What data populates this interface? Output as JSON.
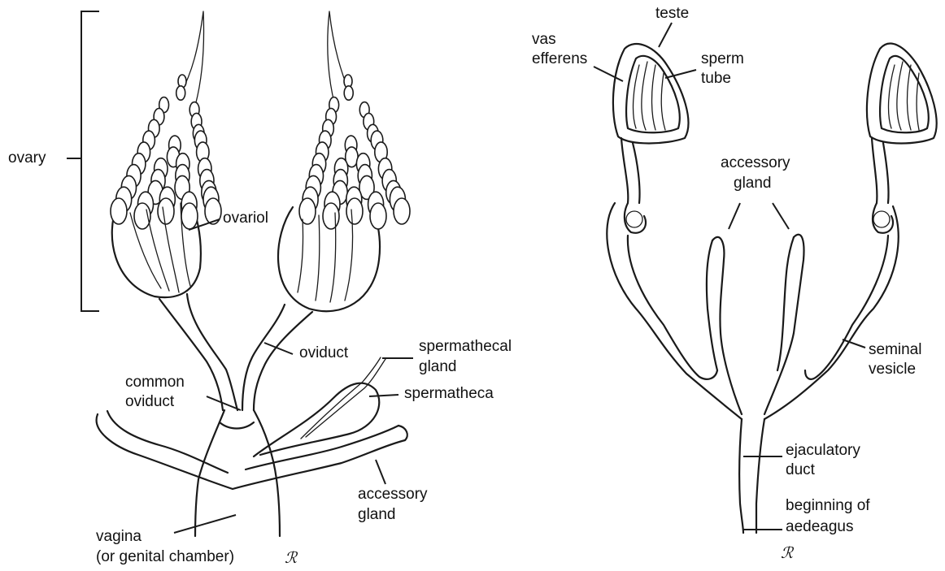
{
  "female": {
    "ovary": "ovary",
    "ovariol": "ovariol",
    "oviduct": "oviduct",
    "spermathecal_gland_1": "spermathecal",
    "spermathecal_gland_2": "gland",
    "spermatheca": "spermatheca",
    "common_oviduct_1": "common",
    "common_oviduct_2": "oviduct",
    "accessory_gland_1": "accessory",
    "accessory_gland_2": "gland",
    "vagina_1": "vagina",
    "vagina_2": "(or genital chamber)",
    "signature": "ℛ"
  },
  "male": {
    "teste": "teste",
    "vas_efferens_1": "vas",
    "vas_efferens_2": "efferens",
    "sperm_tube_1": "sperm",
    "sperm_tube_2": "tube",
    "accessory_gland_1": "accessory",
    "accessory_gland_2": "gland",
    "seminal_vesicle_1": "seminal",
    "seminal_vesicle_2": "vesicle",
    "ejaculatory_duct_1": "ejaculatory",
    "ejaculatory_duct_2": "duct",
    "aedeagus_1": "beginning of",
    "aedeagus_2": "aedeagus",
    "signature": "ℛ"
  }
}
